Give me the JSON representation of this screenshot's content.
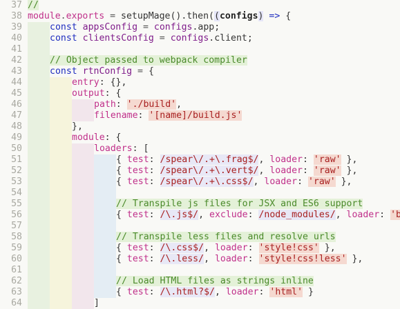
{
  "editor": {
    "lines": [
      {
        "n": "37",
        "indent": 0,
        "tokens": [
          {
            "t": "//",
            "c": "t-comment",
            "bg": "bg-comment"
          }
        ]
      },
      {
        "n": "38",
        "indent": 0,
        "tokens": [
          {
            "t": "module",
            "c": "t-prop"
          },
          {
            "t": ".",
            "c": "t-op"
          },
          {
            "t": "exports",
            "c": "t-prop"
          },
          {
            "t": " = ",
            "c": "t-op"
          },
          {
            "t": "setupMage",
            "c": "t-plain"
          },
          {
            "t": "().then(",
            "c": "t-plain"
          },
          {
            "t": "(",
            "c": "t-plain",
            "bg": "bg-paren"
          },
          {
            "t": "configs",
            "c": "t-bold"
          },
          {
            "t": ")",
            "c": "t-plain",
            "bg": "bg-paren"
          },
          {
            "t": " => ",
            "c": "t-arrow"
          },
          {
            "t": "{",
            "c": "t-plain"
          }
        ]
      },
      {
        "n": "39",
        "indent": 1,
        "tokens": [
          {
            "t": "const ",
            "c": "t-keyword"
          },
          {
            "t": "appsConfig",
            "c": "t-ident"
          },
          {
            "t": " = ",
            "c": "t-op"
          },
          {
            "t": "configs",
            "c": "t-ident"
          },
          {
            "t": ".app;",
            "c": "t-plain"
          }
        ]
      },
      {
        "n": "40",
        "indent": 1,
        "tokens": [
          {
            "t": "const ",
            "c": "t-keyword"
          },
          {
            "t": "clientsConfig",
            "c": "t-ident"
          },
          {
            "t": " = ",
            "c": "t-op"
          },
          {
            "t": "configs",
            "c": "t-ident"
          },
          {
            "t": ".client;",
            "c": "t-plain"
          }
        ]
      },
      {
        "n": "41",
        "indent": 1,
        "tokens": []
      },
      {
        "n": "42",
        "indent": 1,
        "tokens": [
          {
            "t": "// Object passed to webpack compiler",
            "c": "t-comment",
            "bg": "bg-comment"
          }
        ]
      },
      {
        "n": "43",
        "indent": 1,
        "tokens": [
          {
            "t": "const ",
            "c": "t-keyword"
          },
          {
            "t": "rtnConfig",
            "c": "t-ident"
          },
          {
            "t": " = ",
            "c": "t-op"
          },
          {
            "t": "{",
            "c": "t-plain"
          }
        ]
      },
      {
        "n": "44",
        "indent": 2,
        "tokens": [
          {
            "t": "entry",
            "c": "t-prop"
          },
          {
            "t": ": {},",
            "c": "t-plain"
          }
        ]
      },
      {
        "n": "45",
        "indent": 2,
        "tokens": [
          {
            "t": "output",
            "c": "t-prop"
          },
          {
            "t": ": {",
            "c": "t-plain"
          }
        ]
      },
      {
        "n": "46",
        "indent": 3,
        "tokens": [
          {
            "t": "path",
            "c": "t-prop"
          },
          {
            "t": ": ",
            "c": "t-plain"
          },
          {
            "t": "'./build'",
            "c": "t-string",
            "bg": "bg-string"
          },
          {
            "t": ",",
            "c": "t-plain"
          }
        ]
      },
      {
        "n": "47",
        "indent": 3,
        "tokens": [
          {
            "t": "filename",
            "c": "t-prop"
          },
          {
            "t": ": ",
            "c": "t-plain"
          },
          {
            "t": "'[name]/build.js'",
            "c": "t-string",
            "bg": "bg-string"
          }
        ]
      },
      {
        "n": "48",
        "indent": 2,
        "tokens": [
          {
            "t": "},",
            "c": "t-plain"
          }
        ]
      },
      {
        "n": "49",
        "indent": 2,
        "tokens": [
          {
            "t": "module",
            "c": "t-prop"
          },
          {
            "t": ": {",
            "c": "t-plain"
          }
        ]
      },
      {
        "n": "50",
        "indent": 3,
        "tokens": [
          {
            "t": "loaders",
            "c": "t-prop"
          },
          {
            "t": ": [",
            "c": "t-plain"
          }
        ]
      },
      {
        "n": "51",
        "indent": 4,
        "tokens": [
          {
            "t": "{ ",
            "c": "t-plain"
          },
          {
            "t": "test",
            "c": "t-prop"
          },
          {
            "t": ": ",
            "c": "t-plain"
          },
          {
            "t": "/spear\\/.+\\.frag$/",
            "c": "t-regex",
            "bg": "bg-regex"
          },
          {
            "t": ", ",
            "c": "t-plain"
          },
          {
            "t": "loader",
            "c": "t-prop"
          },
          {
            "t": ": ",
            "c": "t-plain"
          },
          {
            "t": "'raw'",
            "c": "t-string",
            "bg": "bg-string"
          },
          {
            "t": " },",
            "c": "t-plain"
          }
        ]
      },
      {
        "n": "52",
        "indent": 4,
        "tokens": [
          {
            "t": "{ ",
            "c": "t-plain"
          },
          {
            "t": "test",
            "c": "t-prop"
          },
          {
            "t": ": ",
            "c": "t-plain"
          },
          {
            "t": "/spear\\/.+\\.vert$/",
            "c": "t-regex",
            "bg": "bg-regex"
          },
          {
            "t": ", ",
            "c": "t-plain"
          },
          {
            "t": "loader",
            "c": "t-prop"
          },
          {
            "t": ": ",
            "c": "t-plain"
          },
          {
            "t": "'raw'",
            "c": "t-string",
            "bg": "bg-string"
          },
          {
            "t": " },",
            "c": "t-plain"
          }
        ]
      },
      {
        "n": "53",
        "indent": 4,
        "tokens": [
          {
            "t": "{ ",
            "c": "t-plain"
          },
          {
            "t": "test",
            "c": "t-prop"
          },
          {
            "t": ": ",
            "c": "t-plain"
          },
          {
            "t": "/spear\\/.+\\.css$/",
            "c": "t-regex",
            "bg": "bg-regex"
          },
          {
            "t": ", ",
            "c": "t-plain"
          },
          {
            "t": "loader",
            "c": "t-prop"
          },
          {
            "t": ": ",
            "c": "t-plain"
          },
          {
            "t": "'raw'",
            "c": "t-string",
            "bg": "bg-string"
          },
          {
            "t": " },",
            "c": "t-plain"
          }
        ]
      },
      {
        "n": "54",
        "indent": 4,
        "tokens": []
      },
      {
        "n": "55",
        "indent": 4,
        "tokens": [
          {
            "t": "// Transpile js files for JSX and ES6 support",
            "c": "t-comment",
            "bg": "bg-comment"
          }
        ]
      },
      {
        "n": "56",
        "indent": 4,
        "tokens": [
          {
            "t": "{ ",
            "c": "t-plain"
          },
          {
            "t": "test",
            "c": "t-prop"
          },
          {
            "t": ": ",
            "c": "t-plain"
          },
          {
            "t": "/\\.js$/",
            "c": "t-regex",
            "bg": "bg-regex"
          },
          {
            "t": ", ",
            "c": "t-plain"
          },
          {
            "t": "exclude",
            "c": "t-prop"
          },
          {
            "t": ": ",
            "c": "t-plain"
          },
          {
            "t": "/node_modules/",
            "c": "t-regex",
            "bg": "bg-regex"
          },
          {
            "t": ", ",
            "c": "t-plain"
          },
          {
            "t": "loader",
            "c": "t-prop"
          },
          {
            "t": ": ",
            "c": "t-plain"
          },
          {
            "t": "'b",
            "c": "t-string",
            "bg": "bg-string"
          }
        ]
      },
      {
        "n": "57",
        "indent": 4,
        "tokens": []
      },
      {
        "n": "58",
        "indent": 4,
        "tokens": [
          {
            "t": "// Transpile less files and resolve urls",
            "c": "t-comment",
            "bg": "bg-comment"
          }
        ]
      },
      {
        "n": "59",
        "indent": 4,
        "tokens": [
          {
            "t": "{ ",
            "c": "t-plain"
          },
          {
            "t": "test",
            "c": "t-prop"
          },
          {
            "t": ": ",
            "c": "t-plain"
          },
          {
            "t": "/\\.css$/",
            "c": "t-regex",
            "bg": "bg-regex"
          },
          {
            "t": ", ",
            "c": "t-plain"
          },
          {
            "t": "loader",
            "c": "t-prop"
          },
          {
            "t": ": ",
            "c": "t-plain"
          },
          {
            "t": "'style!css'",
            "c": "t-string",
            "bg": "bg-string"
          },
          {
            "t": " },",
            "c": "t-plain"
          }
        ]
      },
      {
        "n": "60",
        "indent": 4,
        "tokens": [
          {
            "t": "{ ",
            "c": "t-plain"
          },
          {
            "t": "test",
            "c": "t-prop"
          },
          {
            "t": ": ",
            "c": "t-plain"
          },
          {
            "t": "/\\.less/",
            "c": "t-regex",
            "bg": "bg-regex"
          },
          {
            "t": ", ",
            "c": "t-plain"
          },
          {
            "t": "loader",
            "c": "t-prop"
          },
          {
            "t": ": ",
            "c": "t-plain"
          },
          {
            "t": "'style!css!less'",
            "c": "t-string",
            "bg": "bg-string"
          },
          {
            "t": " },",
            "c": "t-plain"
          }
        ]
      },
      {
        "n": "61",
        "indent": 4,
        "tokens": []
      },
      {
        "n": "62",
        "indent": 4,
        "tokens": [
          {
            "t": "// Load HTML files as strings inline",
            "c": "t-comment",
            "bg": "bg-comment"
          }
        ]
      },
      {
        "n": "63",
        "indent": 4,
        "tokens": [
          {
            "t": "{ ",
            "c": "t-plain"
          },
          {
            "t": "test",
            "c": "t-prop"
          },
          {
            "t": ": ",
            "c": "t-plain"
          },
          {
            "t": "/\\.html?$/",
            "c": "t-regex",
            "bg": "bg-regex"
          },
          {
            "t": ", ",
            "c": "t-plain"
          },
          {
            "t": "loader",
            "c": "t-prop"
          },
          {
            "t": ": ",
            "c": "t-plain"
          },
          {
            "t": "'html'",
            "c": "t-string",
            "bg": "bg-string"
          },
          {
            "t": " }",
            "c": "t-plain"
          }
        ]
      },
      {
        "n": "64",
        "indent": 3,
        "tokens": [
          {
            "t": "]",
            "c": "t-plain"
          }
        ]
      }
    ],
    "colors": {
      "background": "#f9f9f6",
      "gutter_text": "#a8a8a0",
      "indent_guide_1": "#e8f1e0",
      "indent_guide_2": "#f6f4dc",
      "indent_guide_3": "#f2e6ec",
      "indent_guide_4": "#e4edf4"
    }
  }
}
